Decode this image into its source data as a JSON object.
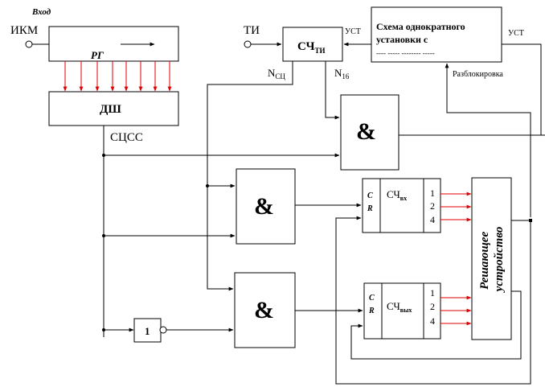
{
  "labels": {
    "input_caption": "Вход",
    "ikm": "ИКМ",
    "rg": "РГ",
    "dsh": "ДШ",
    "scss": "СЦСС",
    "ti": "ТИ",
    "sch_ti_main": "СЧ",
    "sch_ti_sub": "ТИ",
    "ust_left": "УСТ",
    "ust_right": "УСТ",
    "init_line1": "Схема  однократного",
    "init_line2": "установки  с",
    "init_line3": "---- ----- -------- -----",
    "razblok": "Разблокировка",
    "n_sc_main": "N",
    "n_sc_sub": "СЦ",
    "n16_main": "N",
    "n16_sub": "16",
    "and_top": "&",
    "and_mid": "&",
    "and_bot": "&",
    "c_top": "C",
    "r_top": "R",
    "sch_vx_main": "СЧ",
    "sch_vx_sub": "вх",
    "c_bot": "C",
    "r_bot": "R",
    "sch_vyx_main": "СЧ",
    "sch_vyx_sub": "вых",
    "out_top_1": "1",
    "out_top_2": "2",
    "out_top_3": "4",
    "out_bot_1": "1",
    "out_bot_2": "2",
    "out_bot_3": "4",
    "decision_line1": "Решающее",
    "decision_line2": "устройство",
    "not_gate": "1"
  },
  "colors": {
    "line": "#000000",
    "signal": "#e00000",
    "background": "#ffffff"
  }
}
